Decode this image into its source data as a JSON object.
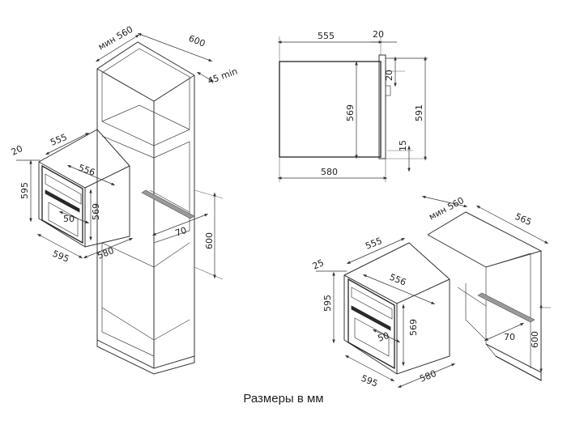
{
  "caption": "Размеры в мм",
  "cabinet_tall": {
    "min_width": "мин 560",
    "depth": "600",
    "gap": "45 min",
    "niche_width": "555",
    "niche_depth": "556",
    "front_offset": "20",
    "front_height": "595",
    "front_width": "595",
    "oven_depth": "580",
    "oven_height": "569",
    "recess_depth": "50",
    "vent_depth": "70",
    "niche_height": "600"
  },
  "side_view": {
    "body_width": "555",
    "front_thickness": "20",
    "body_height": "569",
    "total_depth": "580",
    "top_step": "20",
    "front_height": "591",
    "bottom_step": "15"
  },
  "cabinet_under": {
    "min_width": "мин 560",
    "depth": "565",
    "niche_width": "555",
    "niche_depth": "556",
    "front_offset": "25",
    "front_height": "595",
    "front_width": "595",
    "oven_depth": "580",
    "oven_height": "569",
    "recess_depth": "50",
    "vent_depth": "70",
    "niche_height": "600"
  }
}
